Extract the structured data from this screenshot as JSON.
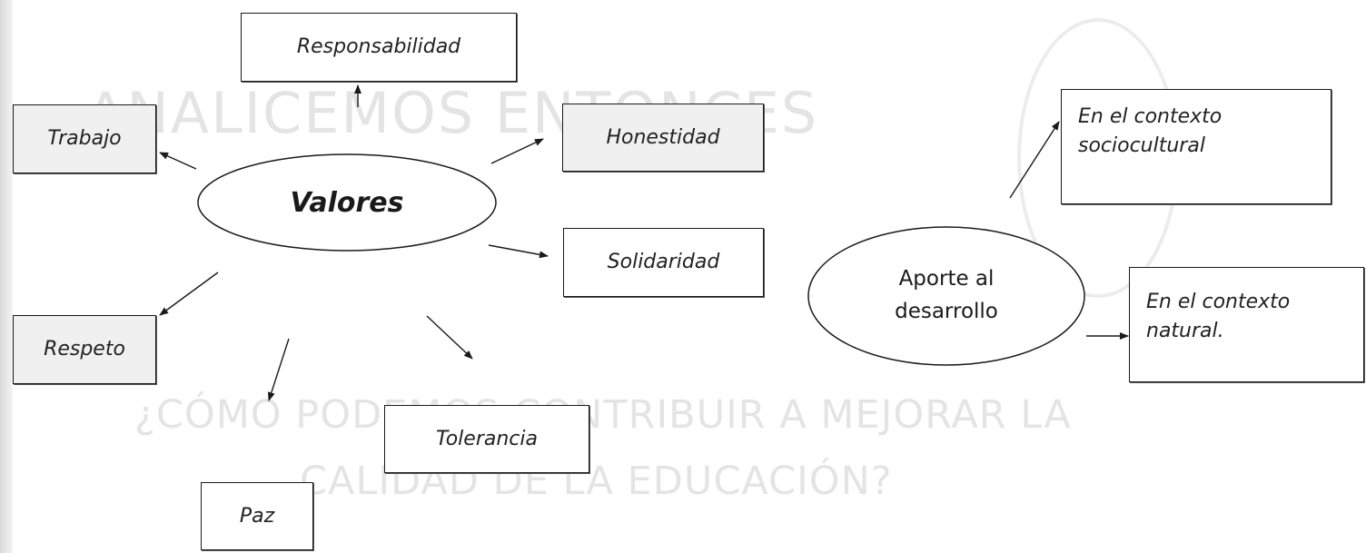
{
  "diagram": {
    "central_concept": "Valores",
    "values": [
      "Responsabilidad",
      "Trabajo",
      "Honestidad",
      "Solidaridad",
      "Respeto",
      "Tolerancia",
      "Paz"
    ],
    "secondary_concept": "Aporte al\ndesarrollo",
    "contexts": [
      "En el contexto\nsociocultural",
      "En el contexto\nnatural."
    ]
  },
  "background_text": {
    "heading": "ANALICEMOS ENTONCES",
    "question_line_1": "¿CÓMO PODEMOS CONTRIBUIR A MEJORAR LA",
    "question_line_2": "CALIDAD DE LA EDUCACIÓN?"
  },
  "colors": {
    "ink": "#1a1a1a",
    "box_tint": "#f0f0f0",
    "ghost_text": "#e4e4e4"
  }
}
